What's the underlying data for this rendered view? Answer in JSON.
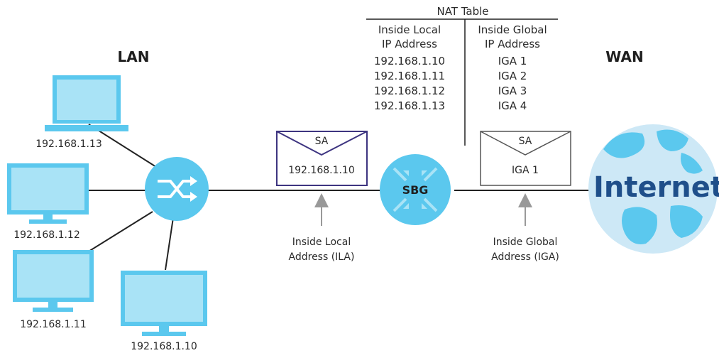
{
  "lan_label": "LAN",
  "wan_label": "WAN",
  "nat_table": {
    "title": "NAT Table",
    "col1_header_line1": "Inside Local",
    "col1_header_line2": "IP Address",
    "col2_header_line1": "Inside Global",
    "col2_header_line2": "IP Address",
    "rows": [
      {
        "local": "192.168.1.10",
        "global": "IGA 1"
      },
      {
        "local": "192.168.1.11",
        "global": "IGA 2"
      },
      {
        "local": "192.168.1.12",
        "global": "IGA 3"
      },
      {
        "local": "192.168.1.13",
        "global": "IGA 4"
      }
    ]
  },
  "devices": [
    {
      "ip": "192.168.1.13"
    },
    {
      "ip": "192.168.1.12"
    },
    {
      "ip": "192.168.1.11"
    },
    {
      "ip": "192.168.1.10"
    }
  ],
  "packet_local": {
    "top": "SA",
    "bottom": "192.168.1.10"
  },
  "packet_global": {
    "top": "SA",
    "bottom": "IGA 1"
  },
  "gateway_label": "SBG",
  "internet_label": "Internet",
  "ila_label": {
    "line1": "Inside Local",
    "line2": "Address (ILA)"
  },
  "iga_label": {
    "line1": "Inside Global",
    "line2": "Address (IGA)"
  },
  "colors": {
    "device_blue": "#5bc8ee",
    "device_light": "#a9e3f6",
    "envelope_left": "#3d3480",
    "globe_bg": "#cde8f6",
    "globe_land": "#5bc8ee",
    "internet_text": "#1f4f8a",
    "arrow_gray": "#999999"
  }
}
